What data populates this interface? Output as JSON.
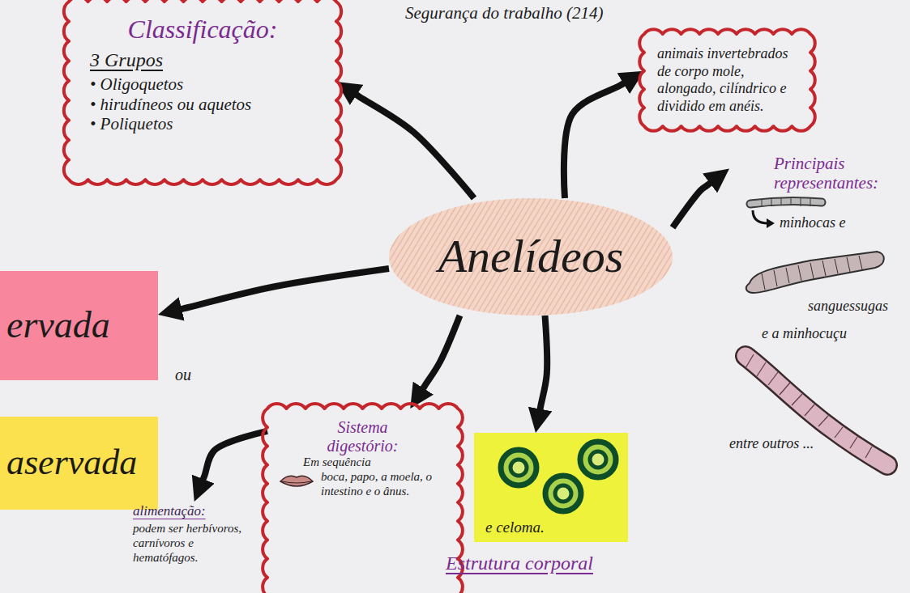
{
  "diagram": {
    "title": "Segurança do trabalho (214)",
    "nodes": [
      {
        "text": [
          "Classificação:",
          "3 Grupos",
          "• Oligoquetos",
          "• hirudíneos ou aquetos",
          "• Poliquetos"
        ]
      },
      {
        "text": [
          "animais invertebrados de corpo mole, alongado, cilíndrico e dividido em anéis."
        ]
      },
      {
        "text": [
          "Anelídeos"
        ]
      },
      {
        "text": [
          "Principais representantes:",
          "minhocas e",
          "sanguessugas",
          "e a minhocuçu",
          "entre outros ..."
        ]
      },
      {
        "text": [
          "ervada"
        ]
      },
      {
        "text": [
          "aservada"
        ]
      },
      {
        "text": [
          "Sistema digestório:",
          "Em sequência",
          "boca, papo, a moela, o intestino e o ânus."
        ]
      },
      {
        "text": [
          "alimentação:",
          "podem ser herbívoros, carnívoros e hematófagos."
        ]
      },
      {
        "text": [
          "e celoma.",
          "Estrutura corporal"
        ]
      }
    ],
    "edges": [
      {
        "from": 2,
        "to": 0,
        "arrow": "to"
      },
      {
        "from": 2,
        "to": 1,
        "arrow": "to"
      },
      {
        "from": 2,
        "to": 3,
        "arrow": "to"
      },
      {
        "from": 2,
        "to": 4,
        "arrow": "to"
      },
      {
        "from": 2,
        "to": 6,
        "arrow": "to"
      },
      {
        "from": 2,
        "to": 8,
        "arrow": "to"
      },
      {
        "from": 6,
        "to": 7,
        "arrow": "to"
      }
    ],
    "labels": [
      "ou"
    ]
  }
}
